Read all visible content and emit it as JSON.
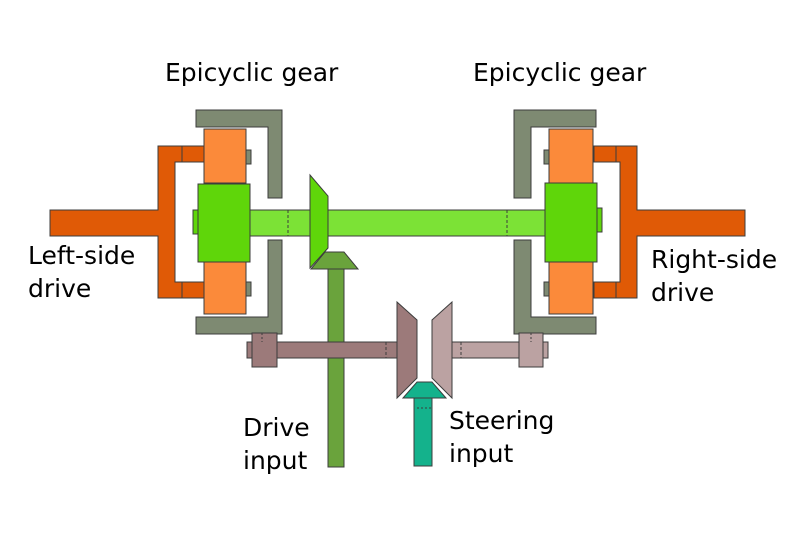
{
  "labels": {
    "epicyclic_left": "Epicyclic gear",
    "epicyclic_right": "Epicyclic gear",
    "left_side": [
      "Left-side",
      "drive"
    ],
    "right_side": [
      "Right-side",
      "drive"
    ],
    "drive_input": [
      "Drive",
      "input"
    ],
    "steering_input": [
      "Steering",
      "input"
    ]
  },
  "colors": {
    "output_shaft": "#e05a06",
    "planet_gear": "#fb8a3a",
    "sun_gear": "#5fd60a",
    "cross_shaft": "#7ce236",
    "ring_gear": "#7e8a72",
    "drive_input": "#6aa33c",
    "steering_shaft": "#a78585",
    "steering_input": "#14b28c",
    "outline": "#3c3c3c"
  }
}
